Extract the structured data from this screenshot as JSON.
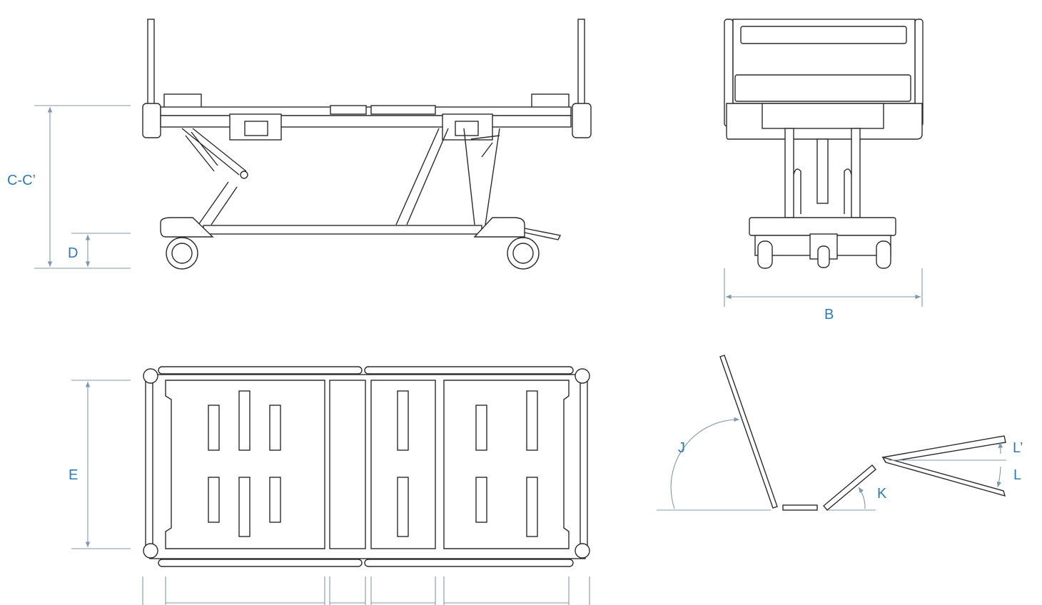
{
  "diagram": {
    "title": "Hospital bed dimension diagram",
    "views": [
      "side-view",
      "end-view",
      "top-view",
      "angle-view"
    ],
    "colors": {
      "label": "#2d7bb5",
      "dimension_line": "#7f99aa",
      "outline": "#2b2b2b"
    },
    "labels": {
      "height": "C-C’",
      "clearance": "D",
      "width": "B",
      "deck_width": "E",
      "backrest_angle": "J",
      "knee_angle": "K",
      "reverse_trendelenburg": "L’",
      "trendelenburg": "L"
    }
  }
}
